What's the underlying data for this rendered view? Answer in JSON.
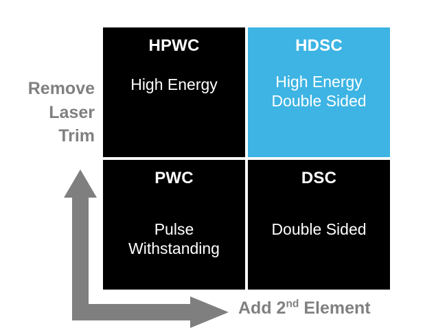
{
  "diagram": {
    "type": "2x2-matrix",
    "accent_color": "#3DB4E3",
    "cell_background": "#000000",
    "cell_text_color": "#FFFFFF",
    "axis_color": "#808080",
    "page_background": "#FFFFFF",
    "quadrants": [
      {
        "id": "hpwc",
        "row": 0,
        "col": 0,
        "title": "HPWC",
        "body": "High Energy",
        "highlighted": false
      },
      {
        "id": "hdsc",
        "row": 0,
        "col": 1,
        "title": "HDSC",
        "body": "High Energy\nDouble Sided",
        "highlighted": true
      },
      {
        "id": "pwc",
        "row": 1,
        "col": 0,
        "title": "PWC",
        "body": "Pulse\nWithstanding",
        "highlighted": false
      },
      {
        "id": "dsc",
        "row": 1,
        "col": 1,
        "title": "DSC",
        "body": "Double Sided",
        "highlighted": false
      }
    ],
    "axes": {
      "y_label": "Remove\nLaser\nTrim",
      "y_arrow_direction": "up",
      "x_label_prefix": "Add 2",
      "x_label_superscript": "nd",
      "x_label_suffix": " Element",
      "x_arrow_direction": "right"
    }
  }
}
